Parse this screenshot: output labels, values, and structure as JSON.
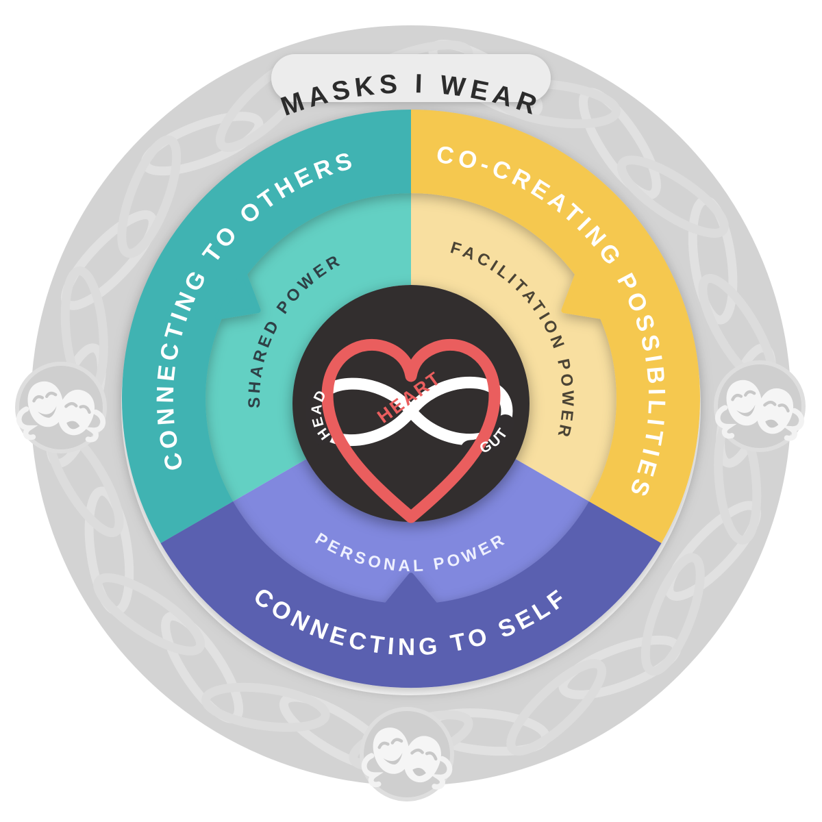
{
  "title": "MASKS I WEAR",
  "wheel": {
    "segments": [
      {
        "label": "CONNECTING TO OTHERS",
        "power_label": "SHARED POWER",
        "outer_color": "#3fb3b2",
        "inner_color": "#63d0c3",
        "label_color": "#ffffff",
        "power_label_color": "#2f4046"
      },
      {
        "label": "CO-CREATING POSSIBILITIES",
        "power_label": "FACILITATION POWER",
        "outer_color": "#f5c84f",
        "inner_color": "#f8dfa0",
        "label_color": "#ffffff",
        "power_label_color": "#4b4435"
      },
      {
        "label": "CONNECTING TO SELF",
        "power_label": "PERSONAL POWER",
        "outer_color": "#5a60b0",
        "inner_color": "#8188de",
        "label_color": "#ffffff",
        "power_label_color": "#eef0fe"
      }
    ]
  },
  "center": {
    "head": "HEAD",
    "heart": "HEART",
    "gut": "GUT",
    "bg_color": "#322e2f",
    "heart_color": "#ea5e5e",
    "infinity_color": "#ffffff"
  },
  "outer_ring": {
    "color": "#d3d3d3",
    "icon": "theater-masks"
  }
}
